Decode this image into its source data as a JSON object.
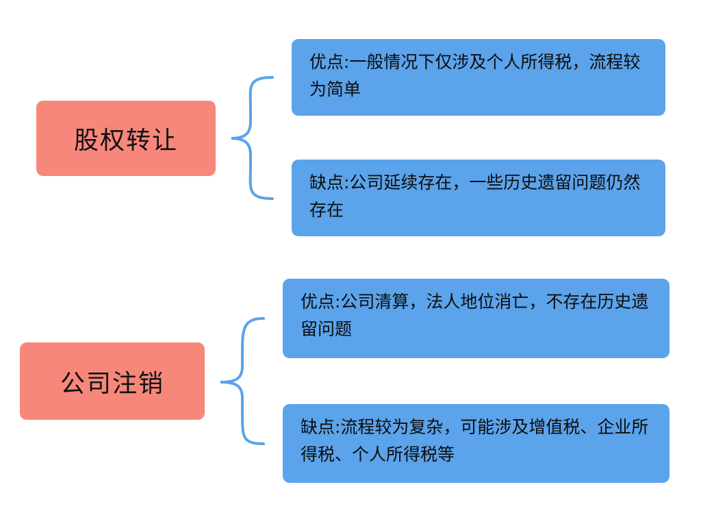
{
  "colors": {
    "root_fill": "#F7877B",
    "leaf_fill": "#5BA3EA",
    "connector": "#5BA3EA"
  },
  "groups": [
    {
      "topic": "股权转让",
      "pros": "优点:一般情况下仅涉及个人所得税，流程较为简单",
      "cons": "缺点:公司延续存在，一些历史遗留问题仍然存在"
    },
    {
      "topic": "公司注销",
      "pros": "优点:公司清算，法人地位消亡，不存在历史遗留问题",
      "cons": "缺点:流程较为复杂，可能涉及增值税、企业所得税、个人所得税等"
    }
  ]
}
